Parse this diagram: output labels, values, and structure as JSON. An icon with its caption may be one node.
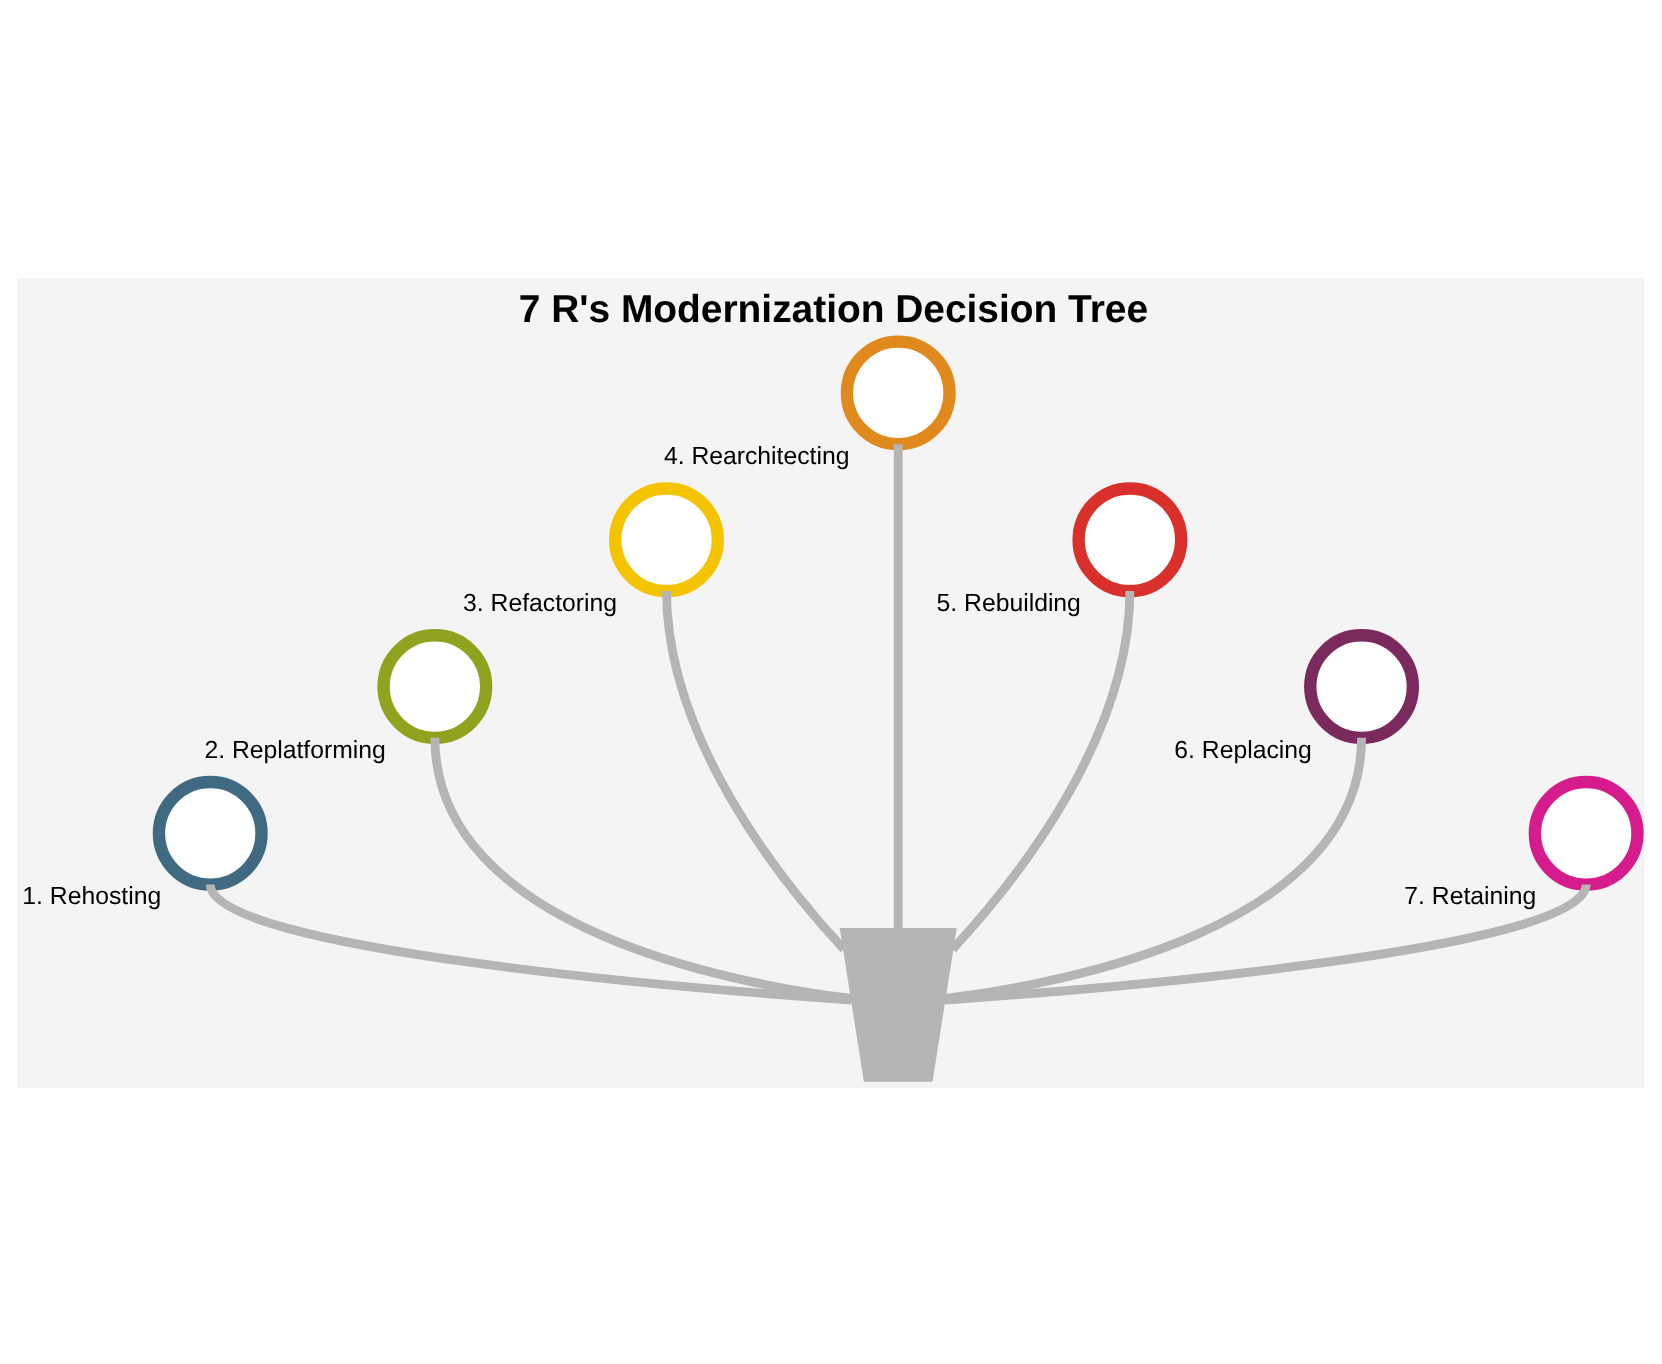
{
  "diagram": {
    "title": "7 R's Modernization Decision Tree",
    "nodes": [
      {
        "text": [],
        "shape": "circle",
        "beside": [
          "1. Rehosting"
        ]
      },
      {
        "text": [],
        "shape": "circle",
        "beside": [
          "2. Replatforming"
        ]
      },
      {
        "text": [],
        "shape": "circle",
        "beside": [
          "3. Refactoring"
        ]
      },
      {
        "text": [],
        "shape": "circle",
        "beside": [
          "4. Rearchitecting"
        ]
      },
      {
        "text": [],
        "shape": "circle",
        "beside": [
          "5. Rebuilding"
        ]
      },
      {
        "text": [],
        "shape": "circle",
        "beside": [
          "6. Replacing"
        ]
      },
      {
        "text": [],
        "shape": "circle",
        "beside": [
          "7. Retaining"
        ]
      },
      {
        "text": [],
        "shape": "picture"
      }
    ],
    "edges": [
      {
        "from": 7,
        "to": 0,
        "arrow": "none"
      },
      {
        "from": 7,
        "to": 1,
        "arrow": "none"
      },
      {
        "from": 7,
        "to": 2,
        "arrow": "none"
      },
      {
        "from": 7,
        "to": 3,
        "arrow": "none"
      },
      {
        "from": 7,
        "to": 4,
        "arrow": "none"
      },
      {
        "from": 7,
        "to": 5,
        "arrow": "none"
      },
      {
        "from": 7,
        "to": 6,
        "arrow": "none"
      }
    ]
  }
}
